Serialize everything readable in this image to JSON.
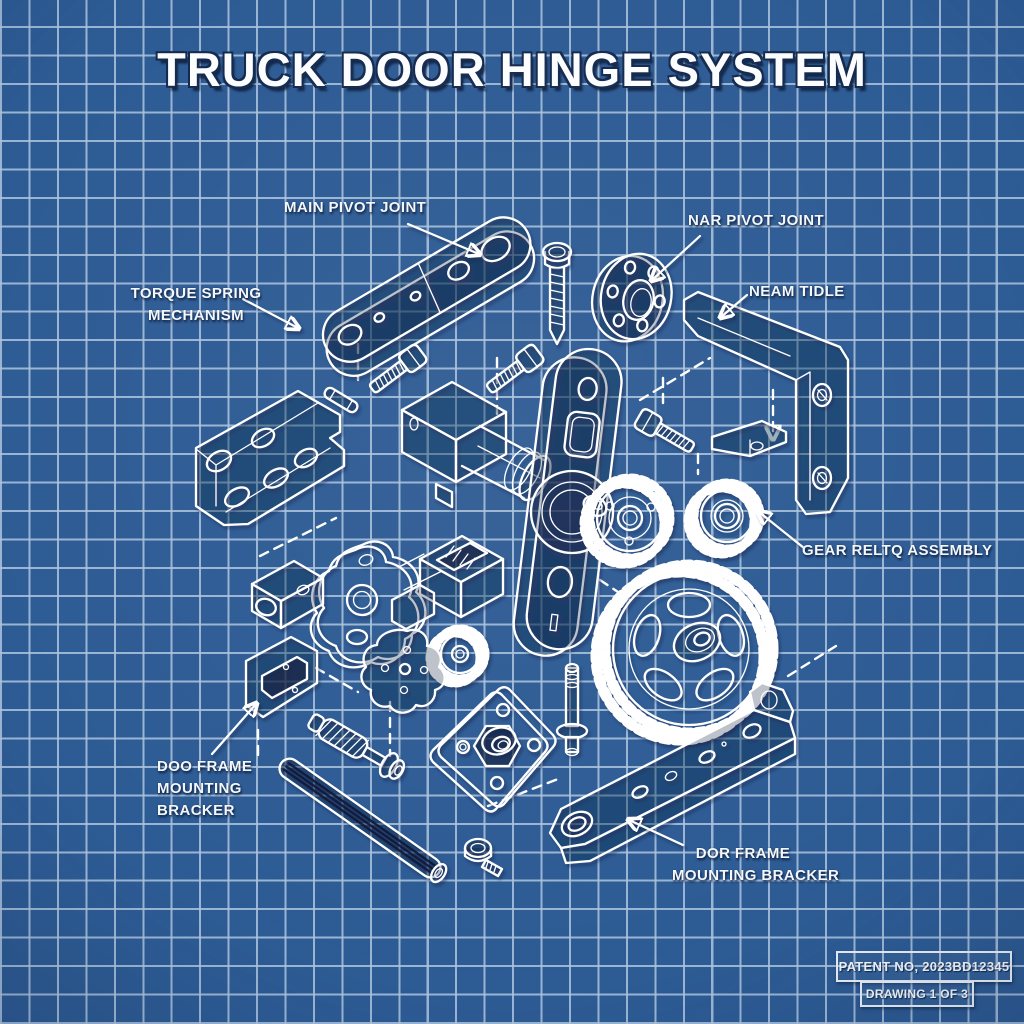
{
  "title": "TRUCK DOOR HINGE SYSTEM",
  "labels": {
    "main_pivot_joint": "MAIN PIVOT JOINT",
    "nar_pivot_joint": "NAR PIVOT JOINT",
    "torque_spring_line1": "TORQUE SPRING",
    "torque_spring_line2": "MECHANISM",
    "neam_tidle": "NEAM TIDLE",
    "gear_assembly": "GEAR RELTQ ASSEMBLY",
    "door_frame_left_line1": "DOO FRAME",
    "door_frame_left_line2": "MOUNTING",
    "door_frame_left_line3": "BRACKER",
    "door_frame_right_line1": "DOR FRAME",
    "door_frame_right_line2": "MOUNTING BRACKER"
  },
  "title_block": {
    "patent_no": "PATENT NO, 2023BD12345",
    "drawing_no": "DRAWING 1 OF 3"
  },
  "colors": {
    "background": "#2d5b94",
    "grid_line": "#adc5de",
    "line_art": "#ffffff",
    "text": "#f4f8fd",
    "shadow": "#14294e"
  },
  "parts": [
    "corner-mounting-bracket",
    "main-pivot-arm",
    "flange-disc",
    "hex-bolt",
    "clamp-pin",
    "frame-angle-bracket",
    "wedge-clip",
    "actuator-motor",
    "hinge-plate",
    "pivot-knuckle",
    "drive-gear-medium",
    "drive-gear-small",
    "main-drive-gear",
    "lobed-flange-plate",
    "slide-block",
    "spacer-block",
    "slotted-bracket",
    "star-cam-gear",
    "mounting-plate-hex-boss",
    "clevis-pin",
    "spring-screw",
    "splined-rod",
    "door-frame-mounting-bar",
    "rivet-fastener"
  ]
}
